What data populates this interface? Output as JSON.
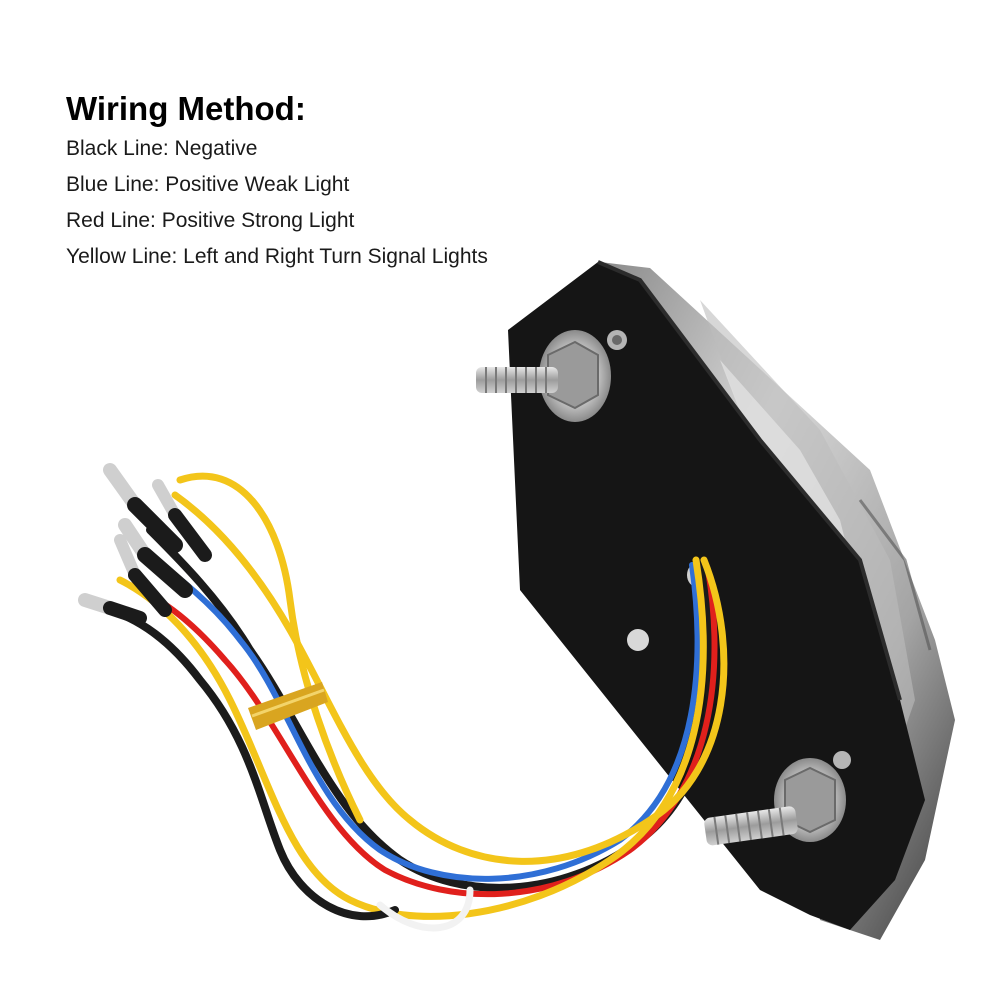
{
  "heading": "Wiring Method:",
  "lines": [
    "Black Line: Negative",
    "Blue Line: Positive Weak Light",
    "Red Line: Positive Strong Light",
    "Yellow Line: Left and Right Turn Signal Lights"
  ],
  "colors": {
    "housing": "#141414",
    "lens": "#c9c9c9",
    "metal": "#b9b9b9",
    "wire_black": "#1b1b1b",
    "wire_blue": "#2f6fd6",
    "wire_red": "#e0201c",
    "wire_yellow": "#f3c51a",
    "wire_white": "#f2f2f2",
    "band": "#d9a520"
  }
}
